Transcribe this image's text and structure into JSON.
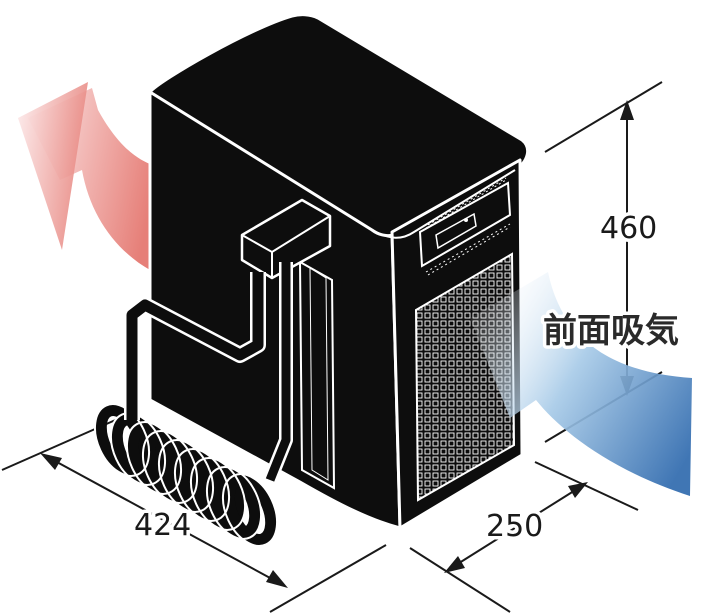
{
  "dimensions": {
    "height": "460",
    "width": "424",
    "depth": "250"
  },
  "labels": {
    "front_intake": "前面吸気"
  },
  "colors": {
    "exhaust_arrow": "#e8918a",
    "intake_arrow": "#3f79b8",
    "unit_body": "#0d0d0d",
    "outline": "#ffffff"
  },
  "icons": {
    "exhaust": "exhaust-arrow-icon",
    "intake": "intake-arrow-icon"
  }
}
